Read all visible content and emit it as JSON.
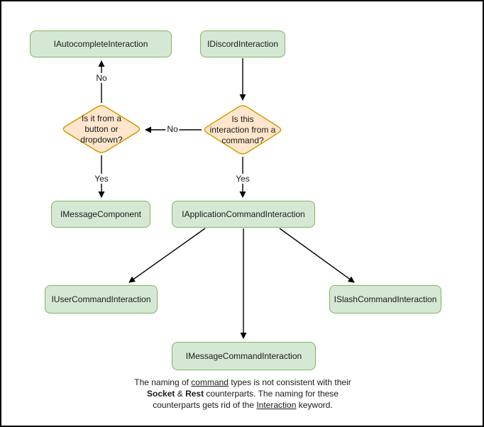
{
  "diagram": {
    "colors": {
      "node_fill": "#d5e8d4",
      "node_border": "#82b366",
      "decision_fill": "#ffe6cc",
      "decision_border": "#d79b00",
      "connector": "#000000",
      "canvas_border": "#000000",
      "background": "#ffffff"
    },
    "nodes": {
      "autocomplete": {
        "label": "IAutocompleteInteraction"
      },
      "discord": {
        "label": "IDiscordInteraction"
      },
      "message_component": {
        "label": "IMessageComponent"
      },
      "application_command": {
        "label": "IApplicationCommandInteraction"
      },
      "user_command": {
        "label": "IUserCommandInteraction"
      },
      "slash_command": {
        "label": "ISlashCommandInteraction"
      },
      "message_command": {
        "label": "IMessageCommandInteraction"
      }
    },
    "decisions": {
      "button_or_dropdown": {
        "label": "Is it from a\nbutton or\ndropdown?"
      },
      "from_command": {
        "label": "Is this\ninteraction from a\ncommand?"
      }
    },
    "edge_labels": {
      "no_up": "No",
      "no_left": "No",
      "yes_left": "Yes",
      "yes_right": "Yes"
    },
    "note_lines": [
      {
        "parts": [
          {
            "text": "The naming of ",
            "style": "normal"
          },
          {
            "text": "command",
            "style": "underline"
          },
          {
            "text": " types is not consistent with their",
            "style": "normal"
          }
        ]
      },
      {
        "parts": [
          {
            "text": "Socket",
            "style": "bold"
          },
          {
            "text": " & ",
            "style": "normal"
          },
          {
            "text": "Rest",
            "style": "bold"
          },
          {
            "text": " counterparts. The naming for these",
            "style": "normal"
          }
        ]
      },
      {
        "parts": [
          {
            "text": "counterparts gets rid of the ",
            "style": "normal"
          },
          {
            "text": "Interaction",
            "style": "underline"
          },
          {
            "text": " keyword.",
            "style": "normal"
          }
        ]
      }
    ]
  }
}
